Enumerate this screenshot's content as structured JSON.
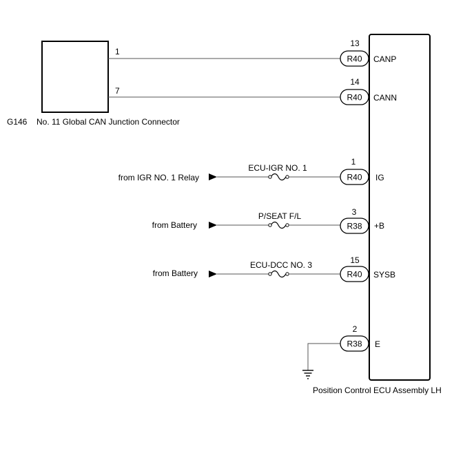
{
  "junction_connector": {
    "code": "G146",
    "name": "No. 11 Global CAN Junction Connector",
    "pins": [
      "1",
      "7"
    ]
  },
  "ecu": {
    "name": "Position Control ECU Assembly LH"
  },
  "circuits": [
    {
      "pin": "13",
      "connector": "R40",
      "signal": "CANP",
      "source_pin": "1"
    },
    {
      "pin": "14",
      "connector": "R40",
      "signal": "CANN",
      "source_pin": "7"
    },
    {
      "pin": "1",
      "connector": "R40",
      "signal": "IG",
      "source": "from IGR NO. 1 Relay",
      "fuse": "ECU-IGR NO. 1"
    },
    {
      "pin": "3",
      "connector": "R38",
      "signal": "+B",
      "source": "from Battery",
      "fuse": "P/SEAT F/L"
    },
    {
      "pin": "15",
      "connector": "R40",
      "signal": "SYSB",
      "source": "from Battery",
      "fuse": "ECU-DCC NO. 3"
    },
    {
      "pin": "2",
      "connector": "R38",
      "signal": "E",
      "ground": true
    }
  ]
}
